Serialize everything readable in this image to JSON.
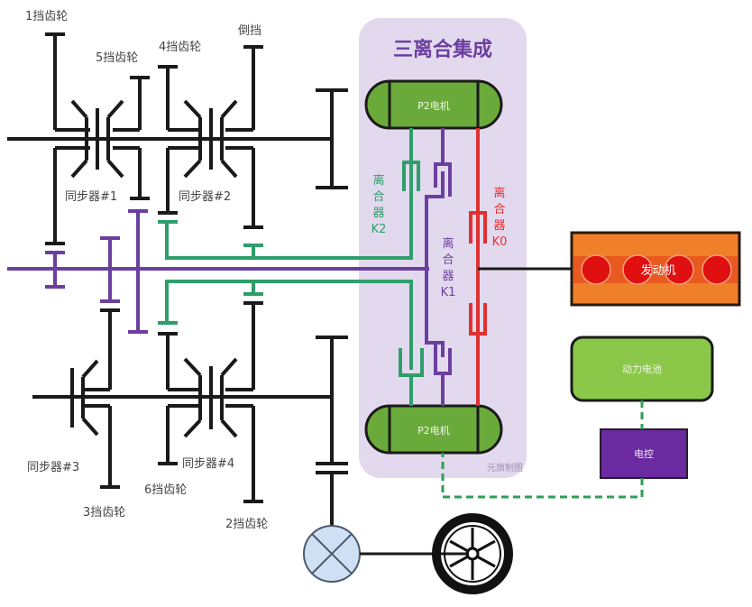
{
  "title": "三离合集成",
  "watermark": "元旗制图",
  "gears": {
    "g1": "1挡齿轮",
    "g5": "5挡齿轮",
    "g4": "4挡齿轮",
    "rev": "倒挡",
    "g3": "3挡齿轮",
    "g6": "6挡齿轮",
    "g2": "2挡齿轮"
  },
  "synchronizers": {
    "s1": "同步器#1",
    "s2": "同步器#2",
    "s3": "同步器#3",
    "s4": "同步器#4"
  },
  "motors": {
    "top": "P2电机",
    "bottom": "P2电机"
  },
  "clutches": {
    "k2": [
      "离",
      "合",
      "器",
      "K2"
    ],
    "k1": [
      "离",
      "合",
      "器",
      "K1"
    ],
    "k0": [
      "离",
      "合",
      "器",
      "K0"
    ]
  },
  "engine": "发动机",
  "battery": "动力电池",
  "controller": "电控",
  "colors": {
    "purple_box": "#e3d9ee",
    "title": "#6b3fa0",
    "motor": "#6aaa3a",
    "engine": "#f07f2a",
    "cylinder": "#e01010",
    "battery": "#8bc84a",
    "controller": "#6a2aa0",
    "k2": "#2e9e6a",
    "k1": "#6b3fa0",
    "k0": "#e03030",
    "differential": "#cfe0f5"
  }
}
